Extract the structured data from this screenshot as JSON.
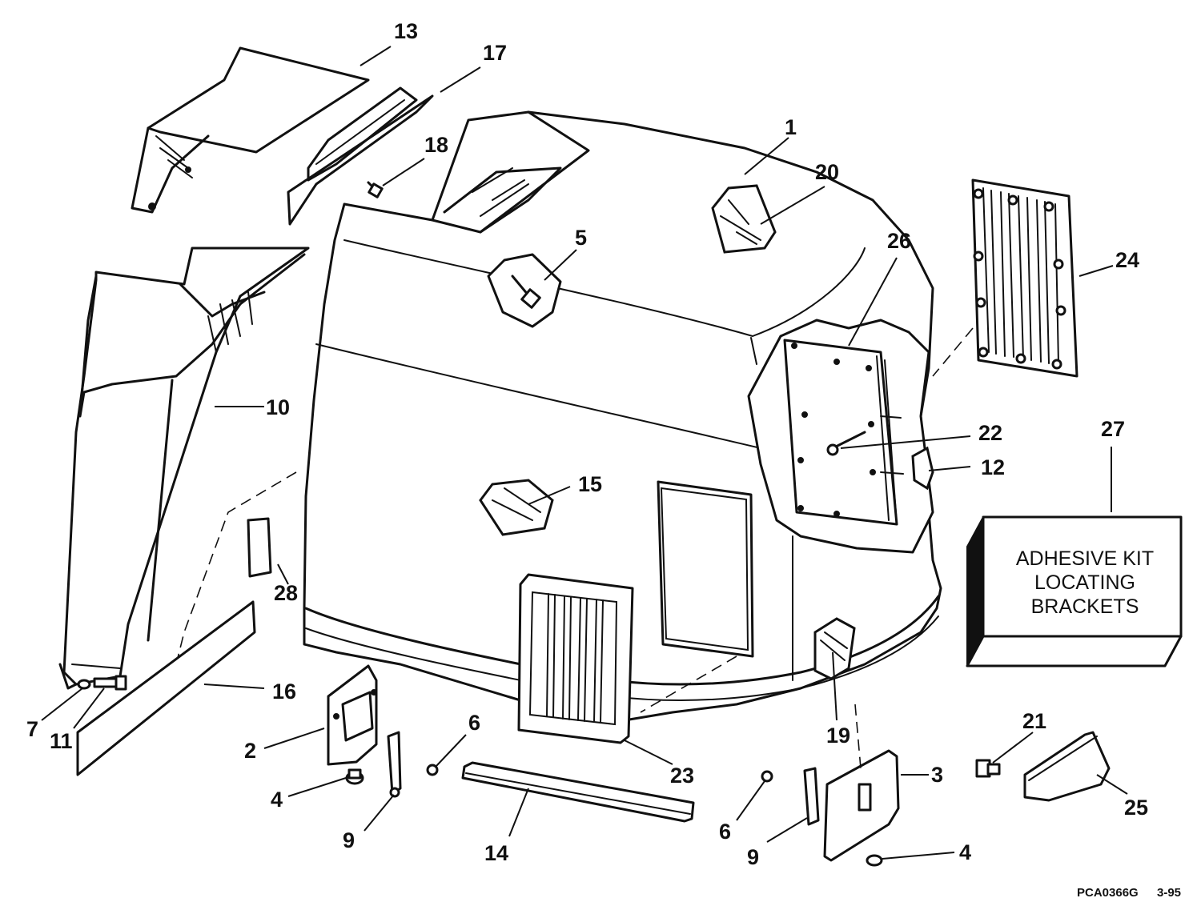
{
  "callouts": [
    {
      "id": "c1",
      "label": "1"
    },
    {
      "id": "c2",
      "label": "2"
    },
    {
      "id": "c3",
      "label": "3"
    },
    {
      "id": "c4a",
      "label": "4"
    },
    {
      "id": "c4b",
      "label": "4"
    },
    {
      "id": "c5",
      "label": "5"
    },
    {
      "id": "c6a",
      "label": "6"
    },
    {
      "id": "c6b",
      "label": "6"
    },
    {
      "id": "c7",
      "label": "7"
    },
    {
      "id": "c9a",
      "label": "9"
    },
    {
      "id": "c9b",
      "label": "9"
    },
    {
      "id": "c10",
      "label": "10"
    },
    {
      "id": "c11",
      "label": "11"
    },
    {
      "id": "c12",
      "label": "12"
    },
    {
      "id": "c13",
      "label": "13"
    },
    {
      "id": "c14",
      "label": "14"
    },
    {
      "id": "c15",
      "label": "15"
    },
    {
      "id": "c16",
      "label": "16"
    },
    {
      "id": "c17",
      "label": "17"
    },
    {
      "id": "c18",
      "label": "18"
    },
    {
      "id": "c19",
      "label": "19"
    },
    {
      "id": "c20",
      "label": "20"
    },
    {
      "id": "c21",
      "label": "21"
    },
    {
      "id": "c22",
      "label": "22"
    },
    {
      "id": "c23",
      "label": "23"
    },
    {
      "id": "c24",
      "label": "24"
    },
    {
      "id": "c25",
      "label": "25"
    },
    {
      "id": "c26",
      "label": "26"
    },
    {
      "id": "c27",
      "label": "27"
    },
    {
      "id": "c28",
      "label": "28"
    }
  ],
  "kit_box": {
    "line1": "ADHESIVE KIT",
    "line2": "LOCATING",
    "line3": "BRACKETS"
  },
  "footer": {
    "part_code": "PCA0366G",
    "date": "3-95"
  }
}
